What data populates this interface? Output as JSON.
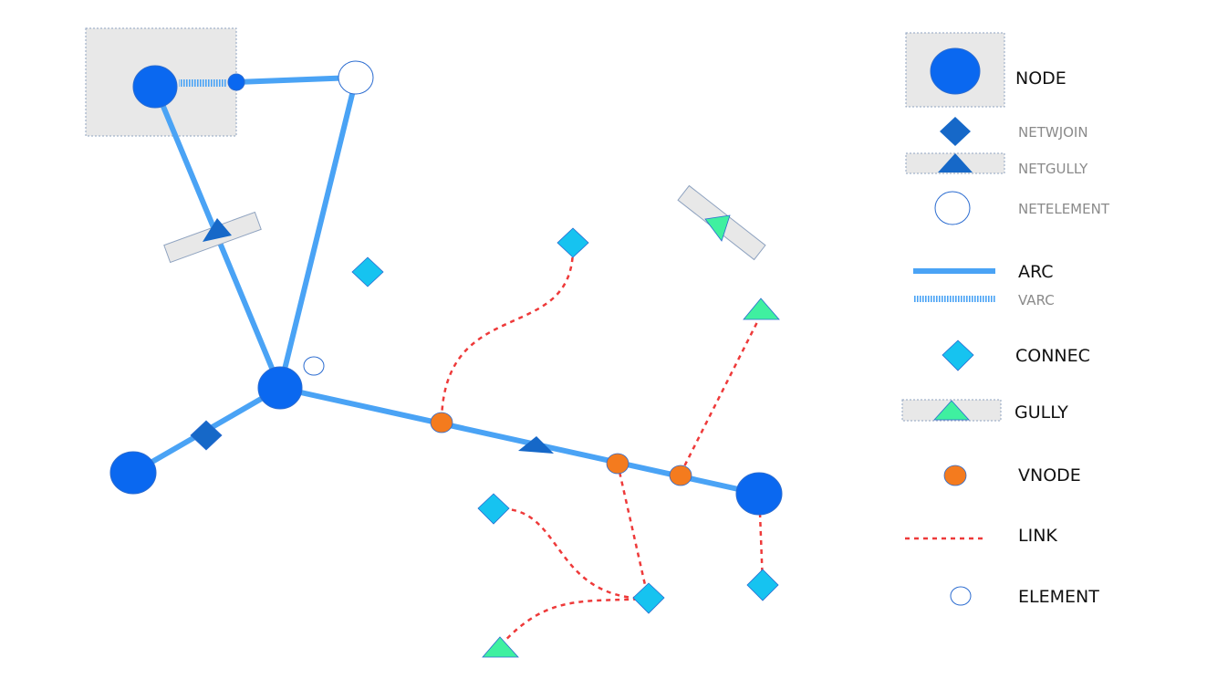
{
  "colors": {
    "node": "#0a68f0",
    "node_stroke": "#2a6bd0",
    "arc": "#4aa3f5",
    "netjoin": "#1668c8",
    "connec": "#16c3f0",
    "gully": "#3ff0a0",
    "vnode": "#f47b1e",
    "link": "#ee3a3a",
    "box_fill": "#e8e8e8",
    "box_stroke": "#8fa3c0"
  },
  "legend": {
    "node": "NODE",
    "netwjoin": "NETWJOIN",
    "netgully": "NETGULLY",
    "netelement": "NETELEMENT",
    "arc": "ARC",
    "varc": "VARC",
    "connec": "CONNEC",
    "gully": "GULLY",
    "vnode": "VNODE",
    "link": "LINK",
    "element": "ELEMENT"
  }
}
